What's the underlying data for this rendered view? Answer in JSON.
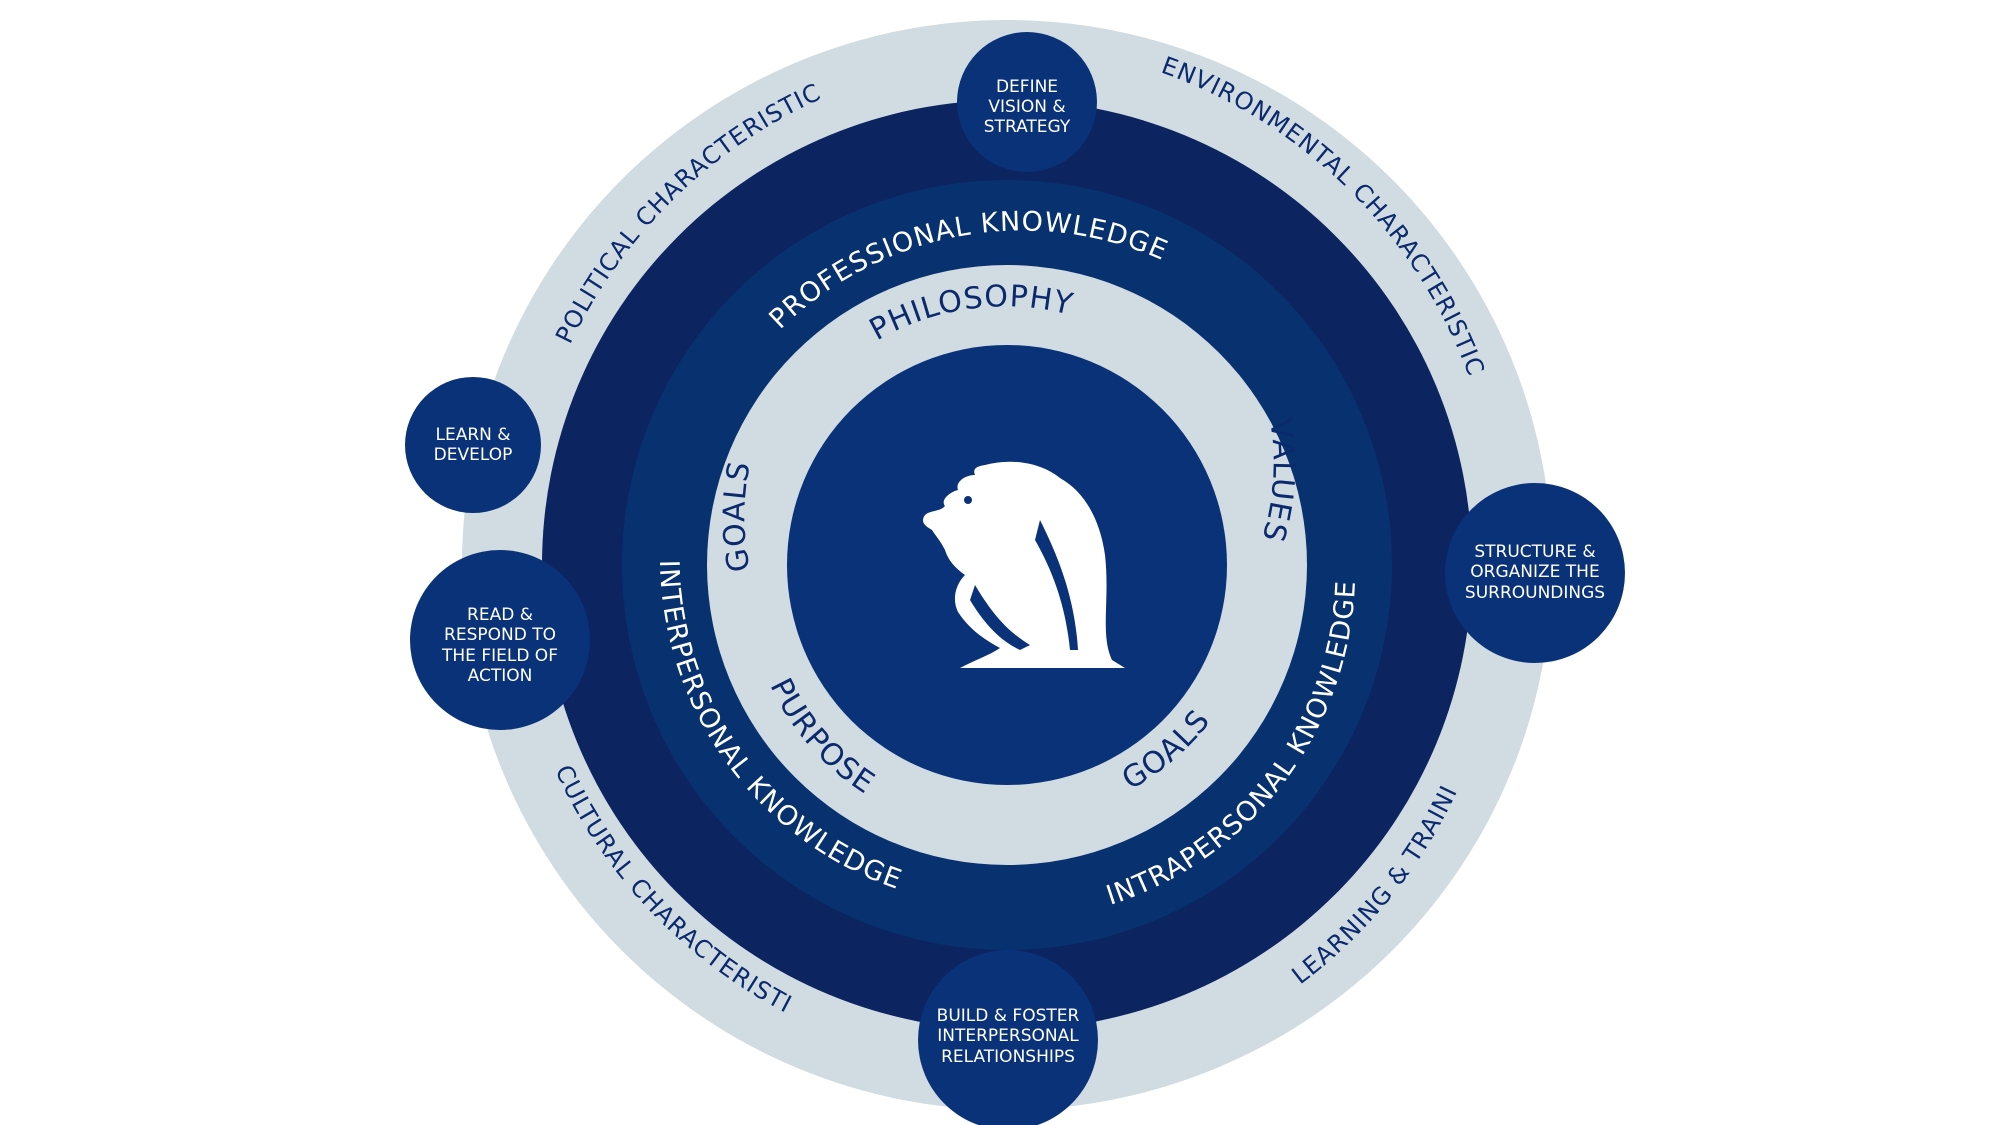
{
  "colors": {
    "outer_ring": "#d1dbe2",
    "dark_ring": "#0c2460",
    "mid_ring": "#08316f",
    "inner_ring": "#d1dbe2",
    "core": "#0a3278",
    "node_fill": "#0a3278",
    "outer_text": "#0b2a6e",
    "inner_text": "#0b2a6e",
    "light_text": "#ffffff"
  },
  "outer_ring": {
    "political": "POLITICAL CHARACTERISTICS",
    "environmental": "ENVIRONMENTAL CHARACTERISTICS",
    "cultural": "CULTURAL CHARACTERISTICS",
    "learning": "LEARNING & TRAINING"
  },
  "middle_ring": {
    "professional": "PROFESSIONAL KNOWLEDGE",
    "interpersonal": "INTERPERSONAL KNOWLEDGE",
    "intrapersonal": "INTRAPERSONAL KNOWLEDGE"
  },
  "inner_ring": {
    "philosophy": "PHILOSOPHY",
    "values": "VALUES",
    "goals_left": "GOALS",
    "goals_right": "GOALS",
    "purpose": "PURPOSE"
  },
  "core": {
    "icon": "bear-logo-icon"
  },
  "nodes": {
    "define_vision": [
      "DEFINE",
      "VISION &",
      "STRATEGY"
    ],
    "learn_develop": [
      "LEARN &",
      "DEVELOP"
    ],
    "read_respond": [
      "READ &",
      "RESPOND TO",
      "THE FIELD OF",
      "ACTION"
    ],
    "structure_organize": [
      "STRUCTURE &",
      "ORGANIZE THE",
      "SURROUNDINGS"
    ],
    "build_foster": [
      "BUILD & FOSTER",
      "INTERPERSONAL",
      "RELATIONSHIPS"
    ]
  }
}
